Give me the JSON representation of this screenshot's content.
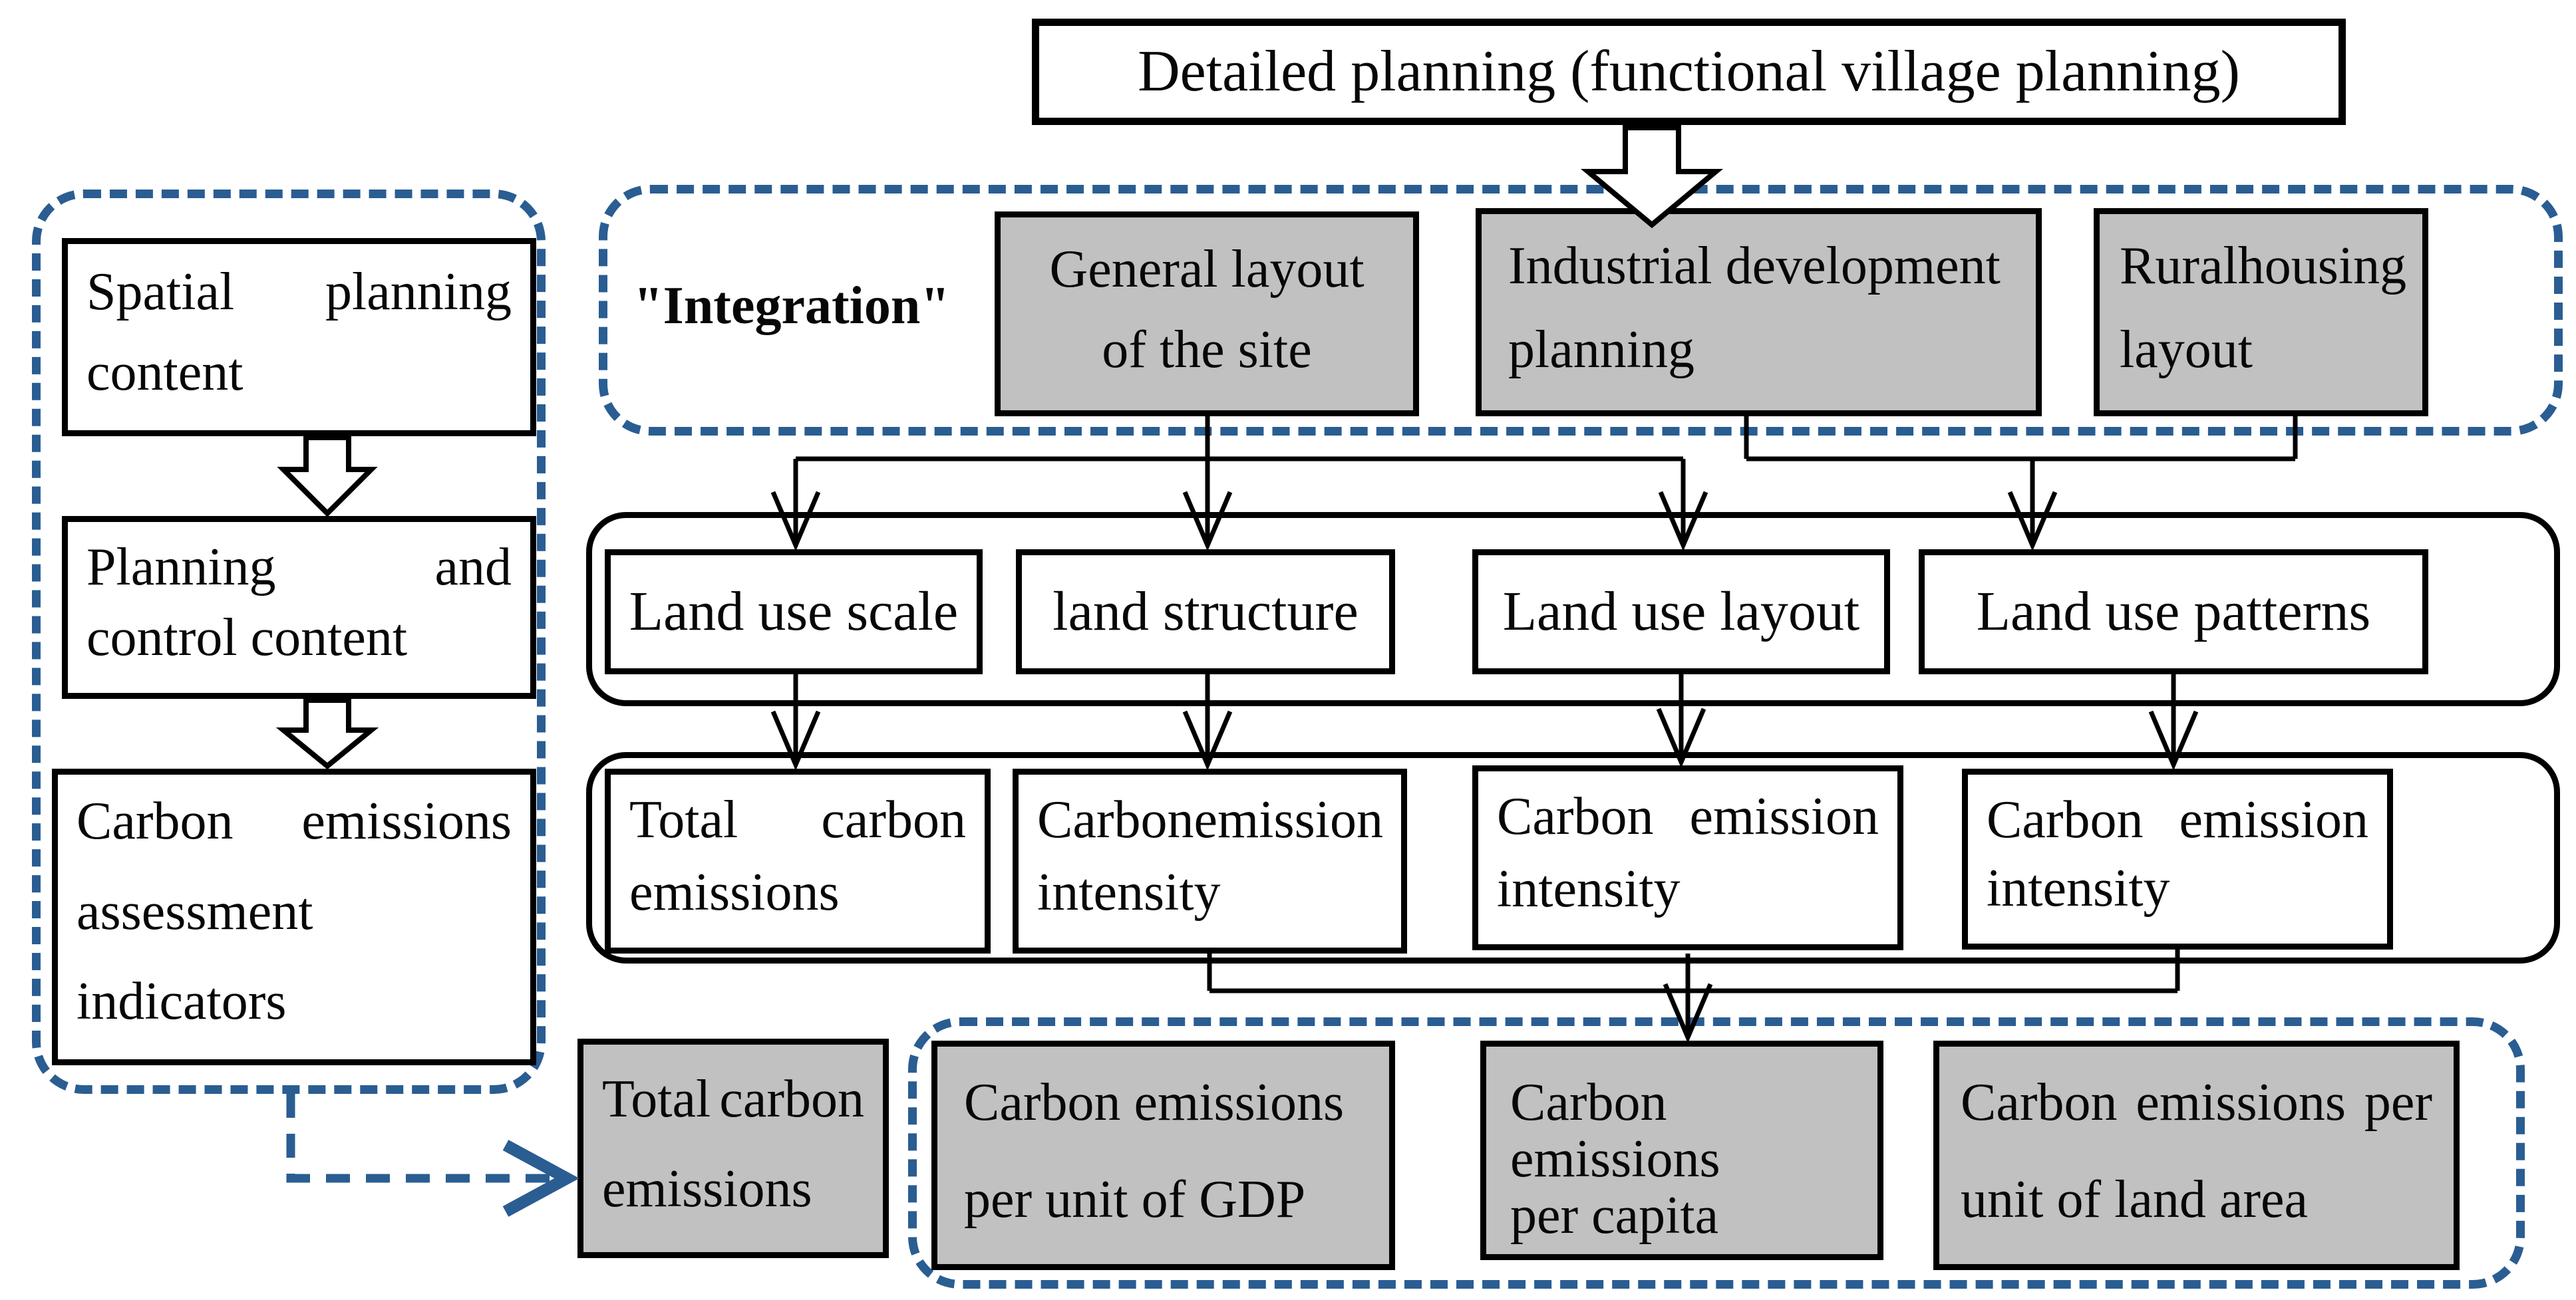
{
  "colors": {
    "dashed_border_blue": "#2a5d92",
    "gray_box_fill": "#c1c1c1",
    "line_black": "#000000",
    "background": "#ffffff"
  },
  "title_box": {
    "label": "Detailed planning (functional village planning)"
  },
  "integration_group": {
    "label": "\"Integration\"",
    "general_layout": {
      "line1": "General layout",
      "line2": "of the site"
    },
    "industrial": {
      "line1": "Industrial development",
      "line2": "planning"
    },
    "rural": {
      "line1_a": "Rural",
      "line1_b": "housing",
      "line2": "layout"
    }
  },
  "left_group": {
    "spatial": {
      "line1_a": "Spatial",
      "line1_b": "planning",
      "line2": "content"
    },
    "planning_control": {
      "line1_a": "Planning",
      "line1_b": "and",
      "line2": "control content"
    },
    "assessment": {
      "line1_a": "Carbon",
      "line1_b": "emissions",
      "line2": "assessment",
      "line3": "indicators"
    }
  },
  "land_use_row": {
    "scale": "Land use scale",
    "structure": "land structure",
    "layout": "Land use layout",
    "patterns": "Land use patterns"
  },
  "carbon_row": {
    "total": {
      "line1_a": "Total",
      "line1_b": "carbon",
      "line2": "emissions"
    },
    "intensity1": {
      "line1_a": "Carbon",
      "line1_b": "emission",
      "line2": "intensity"
    },
    "intensity2": {
      "line1_a": "Carbon",
      "line1_b": "emission",
      "line2": "intensity"
    },
    "intensity3": {
      "line1_a": "Carbon",
      "line1_b": "emission",
      "line2": "intensity"
    }
  },
  "bottom_row": {
    "total": {
      "line1_a": "Total",
      "line1_b": "carbon",
      "line2": "emissions"
    },
    "gdp": {
      "line1": "Carbon emissions",
      "line2": "per unit of GDP"
    },
    "capita": {
      "line1": "Carbon emissions",
      "line2": "per capita"
    },
    "land_area": {
      "line1_a": "Carbon",
      "line1_b": "emissions",
      "line1_c": "per",
      "line2": "unit of land area"
    }
  }
}
